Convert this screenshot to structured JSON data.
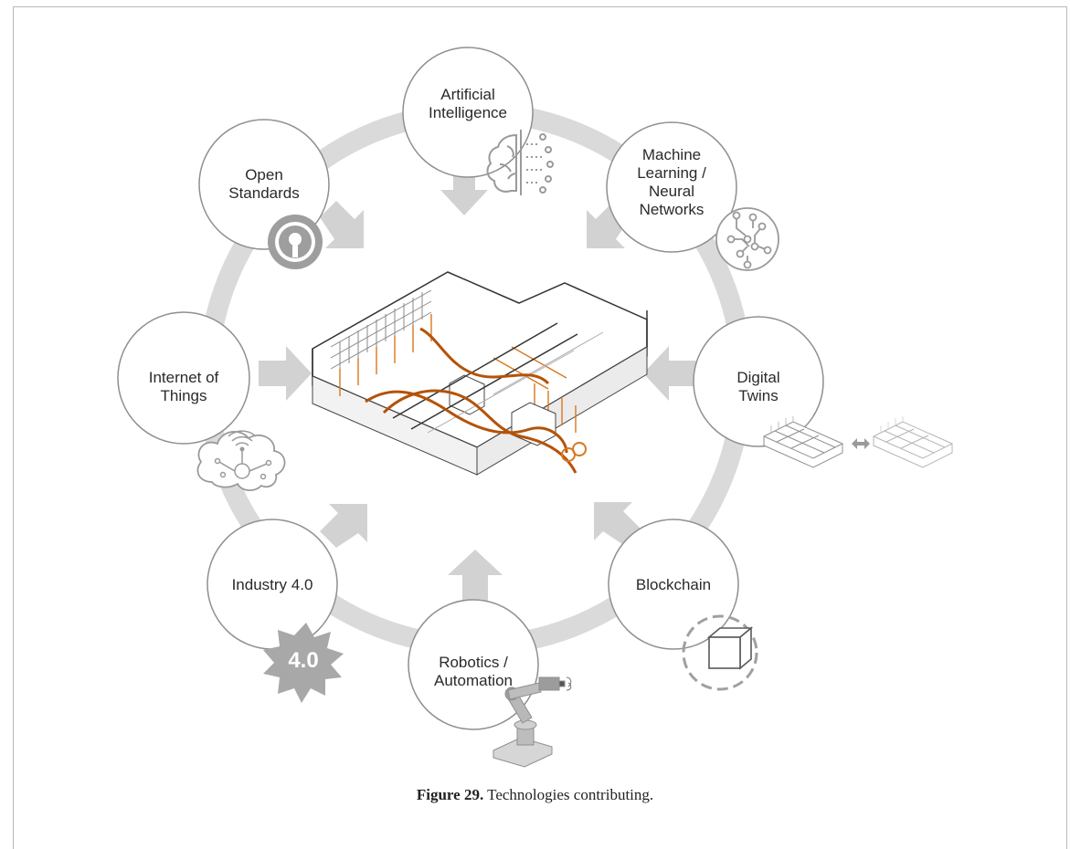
{
  "figure": {
    "caption_label": "Figure 29.",
    "caption_text": " Technologies contributing."
  },
  "nodes": {
    "ai": "Artificial\nIntelligence",
    "ml": "Machine\nLearning /\nNeural\nNetworks",
    "open_standards": "Open\nStandards",
    "iot": "Internet of\nThings",
    "digital_twins": "Digital\nTwins",
    "industry": "Industry 4.0",
    "blockchain": "Blockchain",
    "robotics": "Robotics /\nAutomation"
  },
  "icons": {
    "industry_badge": "4.0"
  },
  "colors": {
    "ring": "#d9d9d9",
    "arrow": "#d0d0d0",
    "circle_stroke": "#8f8f8f",
    "icon_gray": "#9a9a9a",
    "orange": "#d9771e",
    "line": "#3a3a3a"
  }
}
